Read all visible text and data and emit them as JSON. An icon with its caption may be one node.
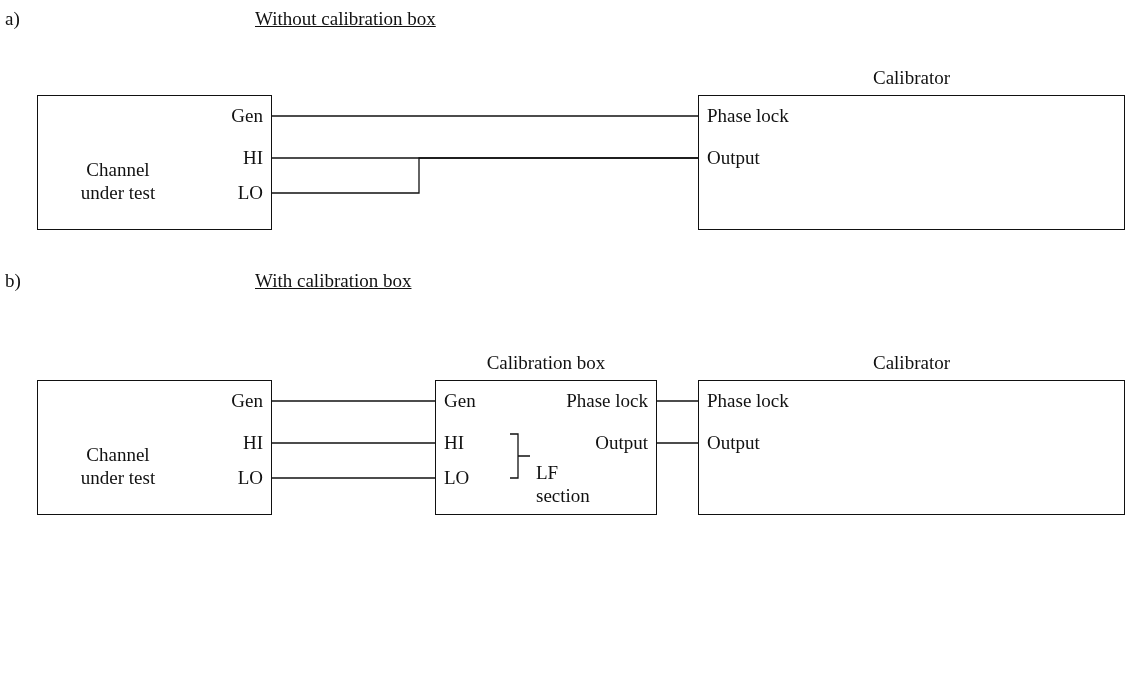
{
  "diagram": {
    "nodes": [
      {
        "text": [
          "Channel under test"
        ]
      },
      {
        "text": [
          "Gen"
        ],
        "in": 0
      },
      {
        "text": [
          "HI"
        ],
        "in": 0
      },
      {
        "text": [
          "LO"
        ],
        "in": 0
      },
      {
        "text": [
          "Calibrator"
        ]
      },
      {
        "text": [
          "Phase lock"
        ],
        "in": 4
      },
      {
        "text": [
          "Output"
        ],
        "in": 4
      },
      {
        "text": [
          "Channel under test"
        ]
      },
      {
        "text": [
          "Gen"
        ],
        "in": 7
      },
      {
        "text": [
          "HI"
        ],
        "in": 7
      },
      {
        "text": [
          "LO"
        ],
        "in": 7
      },
      {
        "text": [
          "Calibration box"
        ]
      },
      {
        "text": [
          "Gen"
        ],
        "in": 11
      },
      {
        "text": [
          "HI"
        ],
        "in": 11
      },
      {
        "text": [
          "LO"
        ],
        "in": 11
      },
      {
        "text": [
          "Phase lock"
        ],
        "in": 11
      },
      {
        "text": [
          "Output"
        ],
        "in": 11
      },
      {
        "text": [
          "Calibrator"
        ]
      },
      {
        "text": [
          "Phase lock"
        ],
        "in": 17
      },
      {
        "text": [
          "Output"
        ],
        "in": 17
      }
    ],
    "edges": [
      {
        "from": 1,
        "to": 5,
        "arrow": "none"
      },
      {
        "from": 2,
        "to": 6,
        "arrow": "none"
      },
      {
        "from": 3,
        "to": 6,
        "arrow": "none"
      },
      {
        "from": 8,
        "to": 12,
        "arrow": "none"
      },
      {
        "from": 9,
        "to": 13,
        "arrow": "none"
      },
      {
        "from": 10,
        "to": 14,
        "arrow": "none"
      },
      {
        "from": 15,
        "to": 18,
        "arrow": "none"
      },
      {
        "from": 16,
        "to": 19,
        "arrow": "none"
      }
    ],
    "labels": [
      "a)",
      "Without calibration box",
      "b)",
      "With calibration box",
      "LF section"
    ]
  }
}
